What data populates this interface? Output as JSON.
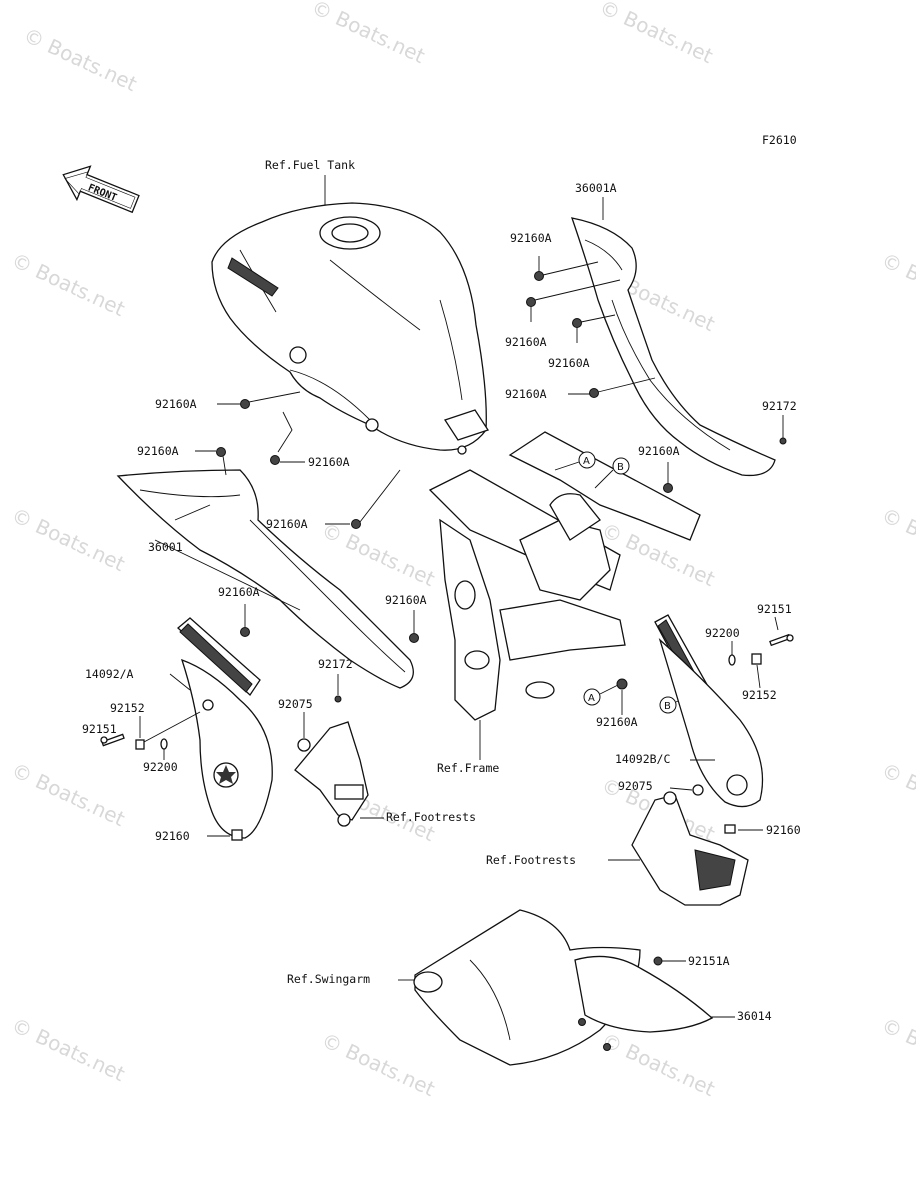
{
  "diagram_code": "F2610",
  "front_label": "FRONT",
  "watermark": "© Boats.net",
  "reference_labels": {
    "fuel_tank": "Ref.Fuel Tank",
    "frame": "Ref.Frame",
    "footrests_left": "Ref.Footrests",
    "footrests_right": "Ref.Footrests",
    "swingarm": "Ref.Swingarm"
  },
  "part_labels": {
    "p36001A": "36001A",
    "p92160A_1": "92160A",
    "p92160A_2": "92160A",
    "p92160A_3": "92160A",
    "p92160A_4": "92160A",
    "p92172_r": "92172",
    "p92160A_5": "92160A",
    "p92160A_6": "92160A",
    "p92160A_7": "92160A",
    "p92160A_8": "92160A",
    "p36001": "36001",
    "p92160A_9": "92160A",
    "p92160A_10": "92160A",
    "p92160A_11": "92160A",
    "p92172_l": "92172",
    "p14092A": "14092/A",
    "p92152_l": "92152",
    "p92151_l": "92151",
    "p92200_l": "92200",
    "p92075_l": "92075",
    "p92160_l": "92160",
    "p92151_r": "92151",
    "p92200_r": "92200",
    "p92152_r": "92152",
    "p92160A_12": "92160A",
    "p14092BC": "14092B/C",
    "p92075_r": "92075",
    "p92160_r": "92160",
    "p92151A": "92151A",
    "p36014": "36014"
  },
  "callouts": {
    "a": "A",
    "b": "B"
  }
}
